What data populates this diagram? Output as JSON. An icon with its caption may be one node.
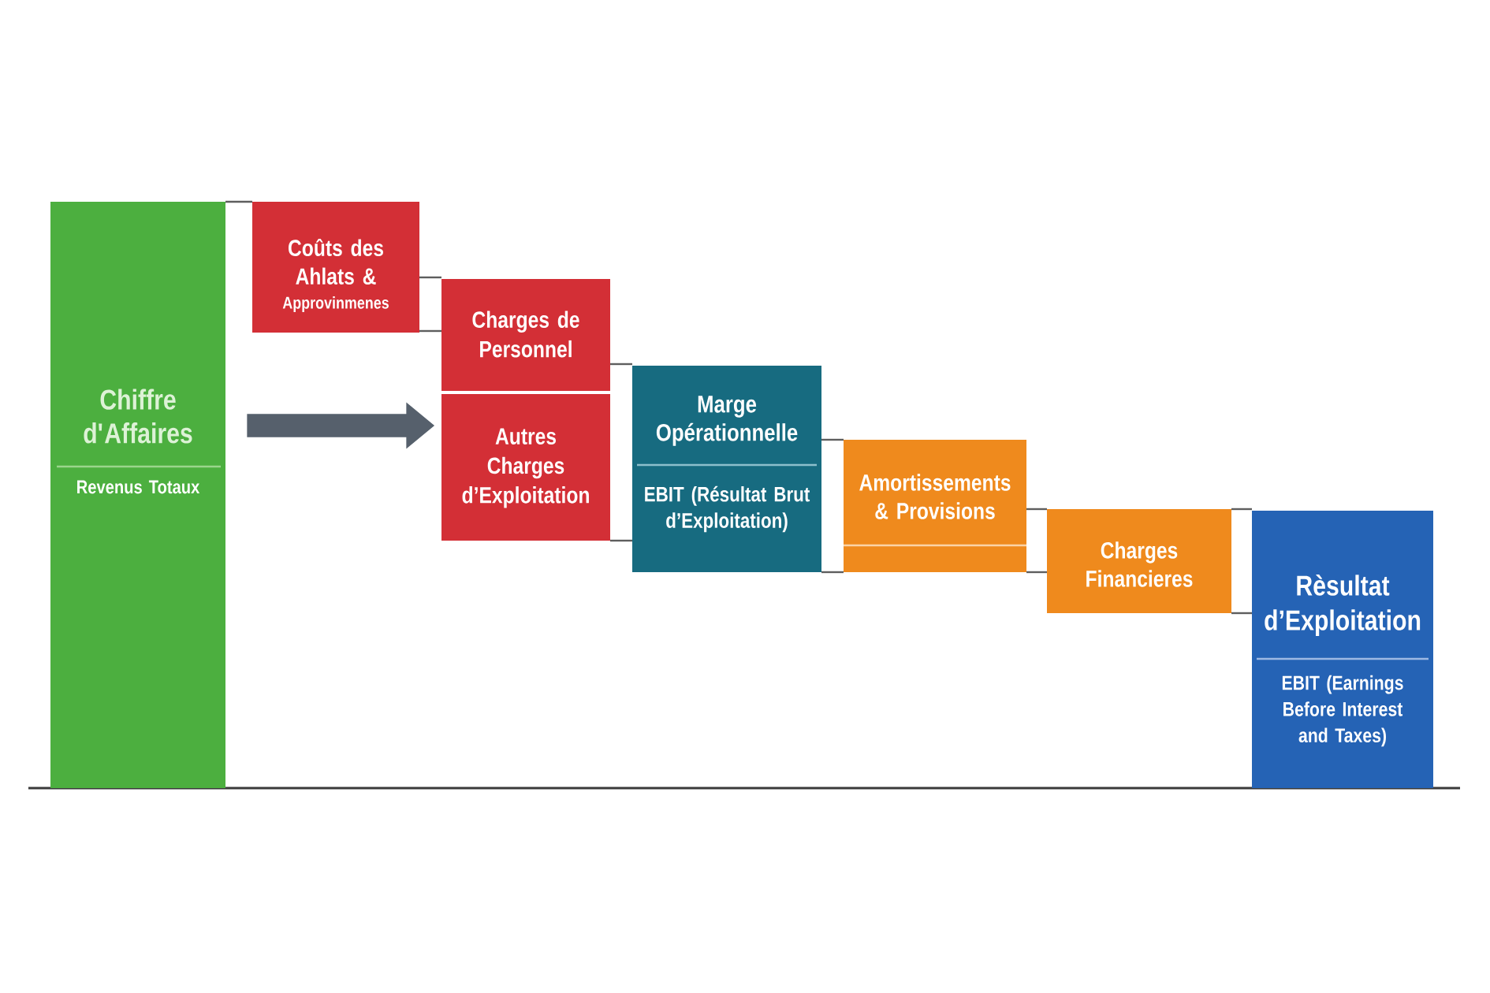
{
  "diagram": {
    "nodes": [
      {
        "text": [
          "Chiffre d'Affaires",
          "Revenus Totaux"
        ]
      },
      {
        "text": [
          "Coûts des Ahlats &",
          "Approvinmenes"
        ]
      },
      {
        "text": [
          "Charges de Personnel"
        ]
      },
      {
        "text": [
          "Autres Charges d’Exploitation"
        ]
      },
      {
        "text": [
          "Marge Opérationnelle",
          "EBIT (Résultat Brut d’Exploitation)"
        ]
      },
      {
        "text": [
          "Amortissements & Provisions"
        ]
      },
      {
        "text": [
          "Charges Financieres"
        ]
      },
      {
        "text": [
          "Rèsultat d’Exploitation",
          "EBIT (Earnings Before Interest and Taxes)"
        ]
      }
    ],
    "edges": [
      {
        "from": 0,
        "to": 1,
        "arrow": "none"
      },
      {
        "from": 1,
        "to": 2,
        "arrow": "none"
      },
      {
        "from": 1,
        "to": 2,
        "arrow": "none"
      },
      {
        "from": 2,
        "to": 4,
        "arrow": "none"
      },
      {
        "from": 3,
        "to": 4,
        "arrow": "none"
      },
      {
        "from": 4,
        "to": 5,
        "arrow": "none"
      },
      {
        "from": 4,
        "to": 5,
        "arrow": "none"
      },
      {
        "from": 5,
        "to": 6,
        "arrow": "none"
      },
      {
        "from": 5,
        "to": 6,
        "arrow": "none"
      },
      {
        "from": 6,
        "to": 7,
        "arrow": "none"
      },
      {
        "from": 6,
        "to": 7,
        "arrow": "none"
      },
      {
        "from": 0,
        "to": 3,
        "arrow": "to",
        "style": "thick",
        "color": "#56606c"
      }
    ]
  }
}
